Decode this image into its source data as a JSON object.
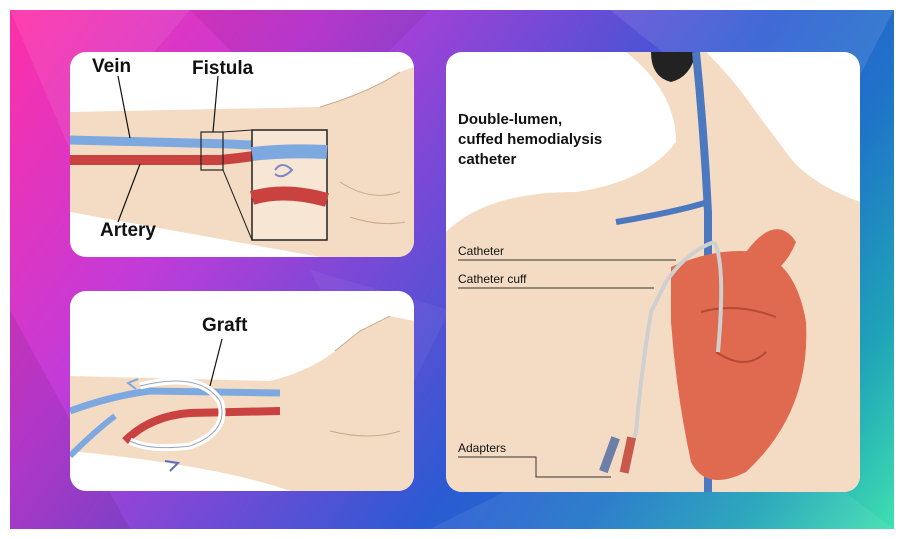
{
  "fistula_panel": {
    "vein_label": "Vein",
    "fistula_label": "Fistula",
    "artery_label": "Artery"
  },
  "graft_panel": {
    "graft_label": "Graft"
  },
  "catheter_panel": {
    "title_line1": "Double-lumen,",
    "title_line2": "cuffed hemodialysis",
    "title_line3": "catheter",
    "catheter_label": "Catheter",
    "cuff_label": "Catheter cuff",
    "adapters_label": "Adapters"
  },
  "colors": {
    "vein": "#7ea9e0",
    "artery": "#c9423f",
    "skin": "#f4dcc4",
    "heart": "#e06a4f"
  }
}
